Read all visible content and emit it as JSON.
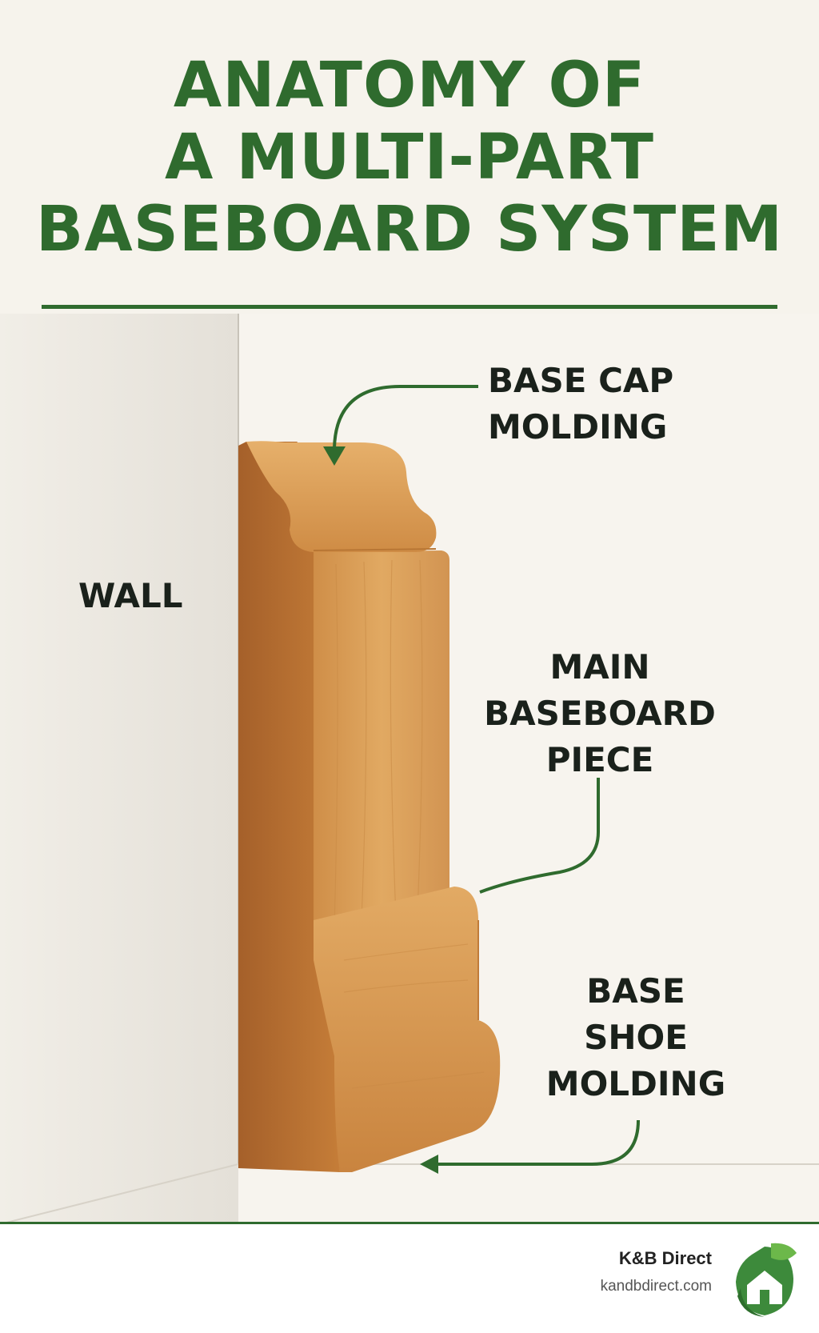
{
  "title": {
    "line1": "ANATOMY OF",
    "line2": "A MULTI-PART",
    "line3": "BASEBOARD SYSTEM"
  },
  "labels": {
    "wall": "WALL",
    "base_cap": [
      "BASE CAP",
      "MOLDING"
    ],
    "main_baseboard": [
      "MAIN",
      "BASEBOARD",
      "PIECE"
    ],
    "base_shoe": [
      "BASE",
      "SHOE",
      "MOLDING"
    ]
  },
  "footer": {
    "brand": "K&B Direct",
    "url": "kandbdirect.com"
  },
  "colors": {
    "accent": "#2f6b2e",
    "background": "#f6f3ec",
    "wood_light": "#dca35a",
    "wood_dark": "#b06a2c"
  },
  "icons": [
    "arrow-down-icon",
    "arrow-left-icon",
    "house-leaf-logo-icon"
  ]
}
